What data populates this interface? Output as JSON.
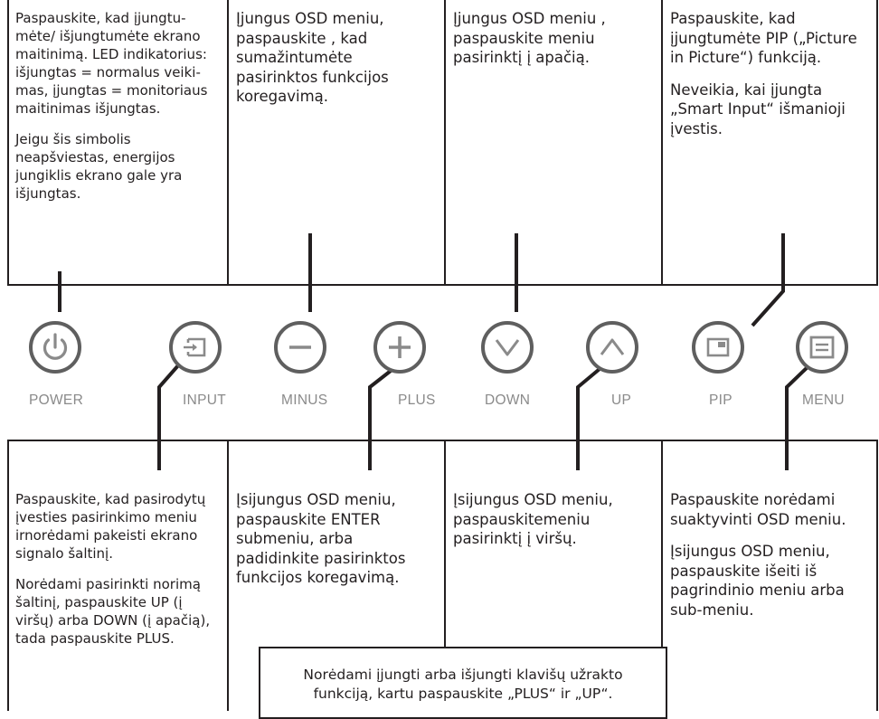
{
  "top_cells": {
    "power": [
      "Paspauskite, kad įjungtu-mėte/ išjungtumėte ekrano maitinimą. LED indikatorius: išjungtas = normalus veiki-mas, įjungtas = monitoriaus maitinimas išjungtas.",
      "Jeigu šis simbolis neapšviestas, energijos jungiklis ekrano gale yra išjungtas."
    ],
    "minus": [
      "Įjungus OSD meniu, paspauskite , kad sumažintumėte pasirinktos funkcijos koregavimą."
    ],
    "down": [
      "Įjungus OSD meniu , paspauskite meniu pasirinktį į apačią."
    ],
    "pip": [
      "Paspauskite, kad įjungtumėte PIP („Picture in Picture“) funkciją.",
      "Neveikia, kai įjungta „Smart Input“ išmanioji įvestis."
    ]
  },
  "buttons": {
    "power": "POWER",
    "input": "INPUT",
    "minus": "MINUS",
    "plus": "PLUS",
    "down": "DOWN",
    "up": "UP",
    "pip": "PIP",
    "menu": "MENU"
  },
  "bottom_cells": {
    "input": [
      "Paspauskite, kad pasirodytų įvesties pasirinkimo meniu irnorėdami pakeisti ekrano signalo šaltinį.",
      "Norėdami pasirinkti norimą šaltinį, paspauskite UP (į viršų) arba DOWN (į apačią), tada paspauskite PLUS."
    ],
    "plus": [
      "Įsijungus OSD meniu, paspauskite ENTER submeniu, arba padidinkite pasirinktos funkcijos koregavimą."
    ],
    "up": [
      "Įsijungus OSD meniu, paspauskitemeniu pasirinktį į viršų."
    ],
    "menu": [
      "Paspauskite norėdami suaktyvinti OSD meniu.",
      "Įsijungus OSD meniu, paspauskite išeiti iš pagrindinio meniu arba sub-meniu."
    ]
  },
  "lock_note": "Norėdami įjungti arba išjungti klavišų užrakto funkciją, kartu paspauskite „PLUS“ ir „UP“.",
  "colors": {
    "line": "#231f20",
    "button_ring": "#5f5f5f",
    "button_label": "#8a8a8a"
  },
  "icons": {
    "power": "power-icon",
    "input": "input-source-icon",
    "minus": "minus-icon",
    "plus": "plus-icon",
    "down": "chevron-down-icon",
    "up": "chevron-up-icon",
    "pip": "pip-icon",
    "menu": "menu-icon"
  }
}
